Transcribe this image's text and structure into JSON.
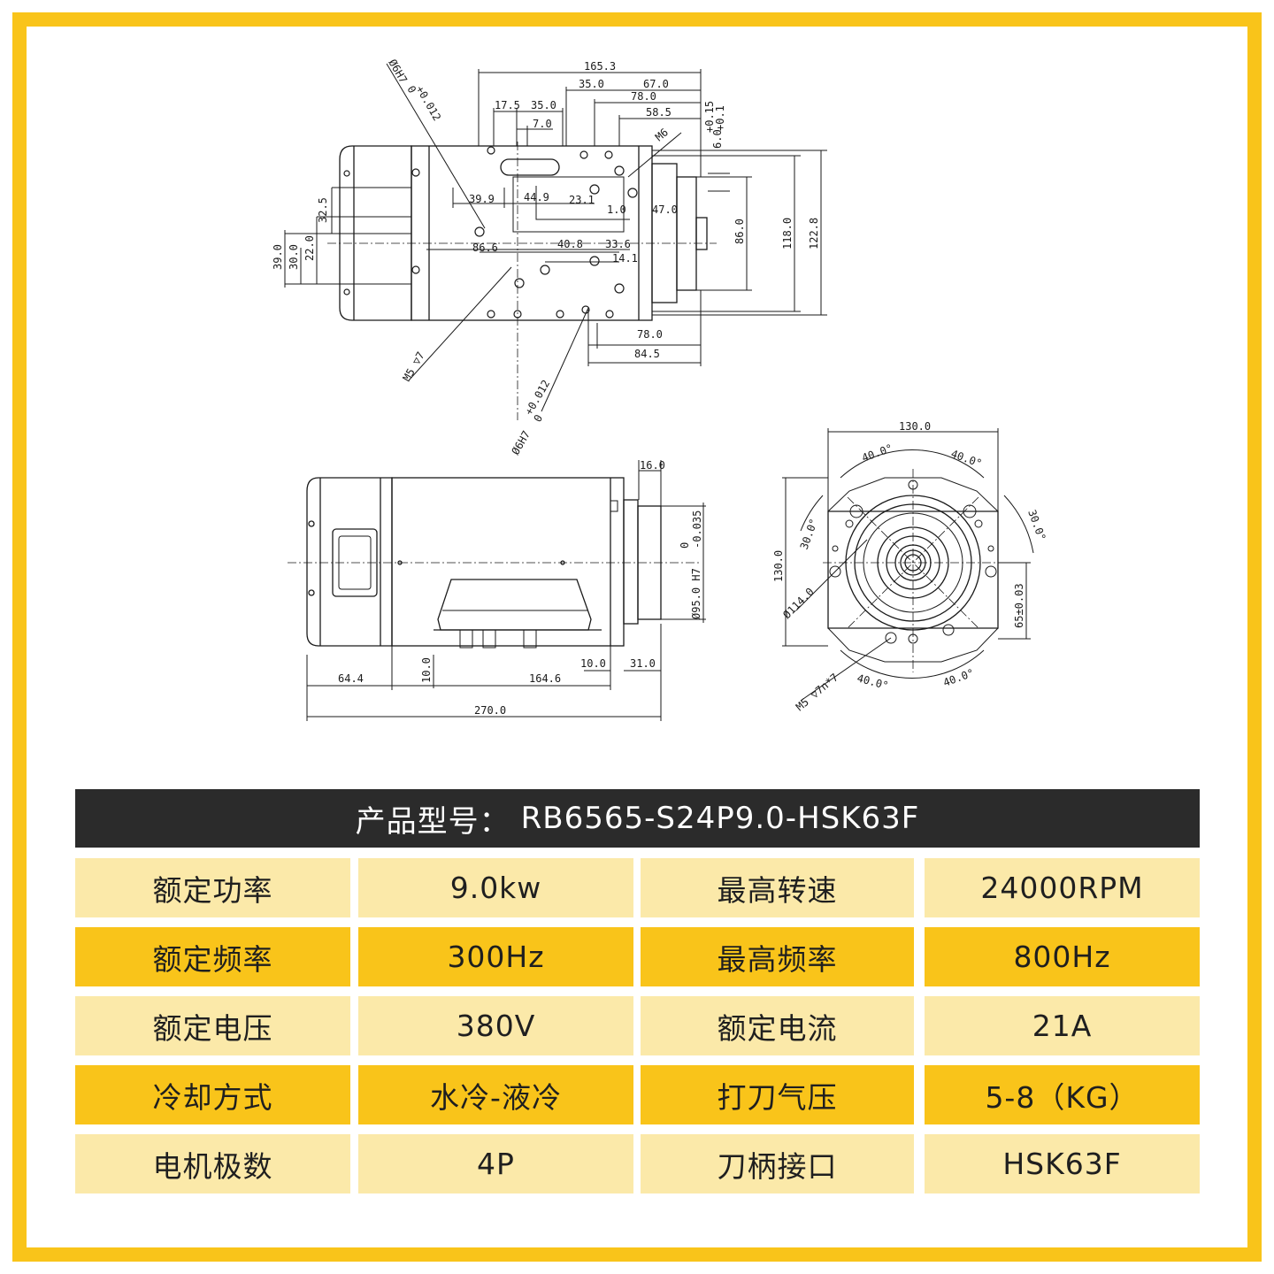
{
  "colors": {
    "frame": "#f9c41a",
    "banner_bg": "#2b2b2b",
    "row_light": "#fbe9a9",
    "row_dark": "#f9c41a",
    "line": "#1a1a1a"
  },
  "drawing": {
    "top_view": {
      "d_165_3": "165.3",
      "d_35_0a": "35.0",
      "d_67_0": "67.0",
      "d_78_0a": "78.0",
      "d_17_5": "17.5",
      "d_35_0b": "35.0",
      "d_58_5": "58.5",
      "d_7_0": "7.0",
      "d_6_0": "6.0",
      "tol_6_0_up": "+0.15",
      "tol_6_0_lo": "+0.1",
      "m6": "M6",
      "d_39_9": "39.9",
      "d_44_9": "44.9",
      "d_23_1": "23.1",
      "d_1_0": "1.0",
      "d_47_0": "47.0",
      "d_32_5": "32.5",
      "d_86_6": "86.6",
      "d_86_0": "86.0",
      "d_118_0": "118.0",
      "d_122_8": "122.8",
      "d_39_0": "39.0",
      "d_30_0": "30.0",
      "d_22_0": "22.0",
      "d_40_8": "40.8",
      "d_33_6": "33.6",
      "d_14_1": "14.1",
      "d_78_0b": "78.0",
      "d_84_5": "84.5",
      "phi6h7_top": "Ø6H7",
      "tol_phi6_top_up": "+0.012",
      "tol_phi6_top_lo": "0",
      "m5_top": "M5 ▽7",
      "phi6h7_bot": "Ø6H7",
      "tol_phi6_bot_up": "+0.012",
      "tol_phi6_bot_lo": "0"
    },
    "side_view": {
      "d_16_0": "16.0",
      "phi95": "Ø95.0 H7",
      "tol_phi95_up": "0",
      "tol_phi95_lo": "-0.035",
      "d_10_0a": "10.0",
      "d_31_0": "31.0",
      "d_64_4": "64.4",
      "d_10_0b": "10.0",
      "d_164_6": "164.6",
      "d_270_0": "270.0"
    },
    "end_view": {
      "d_130_0_top": "130.0",
      "a_40_left": "40.0°",
      "a_40_right": "40.0°",
      "a_30_right": "30.0°",
      "d_130_0_left": "130.0",
      "a_30_left": "30.0°",
      "phi114": "Ø114.0",
      "d_65": "65±0.03",
      "m5_end": "M5 ▽7n*7",
      "a_40_bl": "40.0°",
      "a_40_br": "40.0°"
    }
  },
  "banner": {
    "label": "产品型号：",
    "model": "RB6565-S24P9.0-HSK63F"
  },
  "specs": [
    {
      "k1": "额定功率",
      "v1": "9.0kw",
      "k2": "最高转速",
      "v2": "24000RPM"
    },
    {
      "k1": "额定频率",
      "v1": "300Hz",
      "k2": "最高频率",
      "v2": "800Hz"
    },
    {
      "k1": "额定电压",
      "v1": "380V",
      "k2": "额定电流",
      "v2": "21A"
    },
    {
      "k1": "冷却方式",
      "v1": "水冷-液冷",
      "k2": "打刀气压",
      "v2": "5-8（KG）"
    },
    {
      "k1": "电机极数",
      "v1": "4P",
      "k2": "刀柄接口",
      "v2": "HSK63F"
    }
  ]
}
